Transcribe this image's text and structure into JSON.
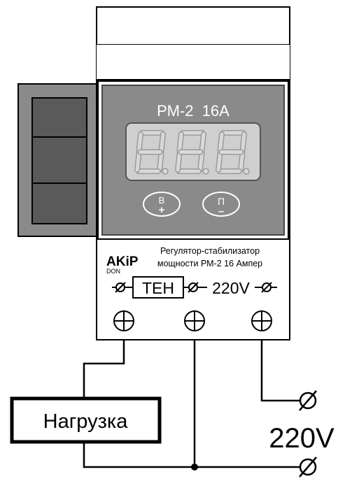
{
  "device": {
    "model_label": "РМ-2  16А",
    "display_digits": [
      "8",
      "8",
      "8"
    ],
    "button_up": {
      "top": "В",
      "bottom": "+"
    },
    "button_down": {
      "top": "П",
      "bottom": "–"
    },
    "brand": {
      "main": "AKiP",
      "sub": "DON"
    },
    "description_line1": "Регулятор-стабилизатор",
    "description_line2": "мощности РМ-2 16 Ампер"
  },
  "terminals": {
    "load_label": "ТЕН",
    "supply_label": "220V"
  },
  "wiring": {
    "load_box_label": "Нагрузка",
    "supply_voltage_label": "220V"
  },
  "colors": {
    "panel_bg": "#8a8a8a",
    "display_bg": "#cfcfcf",
    "segment": "#d9d9d9",
    "line": "#000000",
    "panel_text": "#ffffff"
  }
}
